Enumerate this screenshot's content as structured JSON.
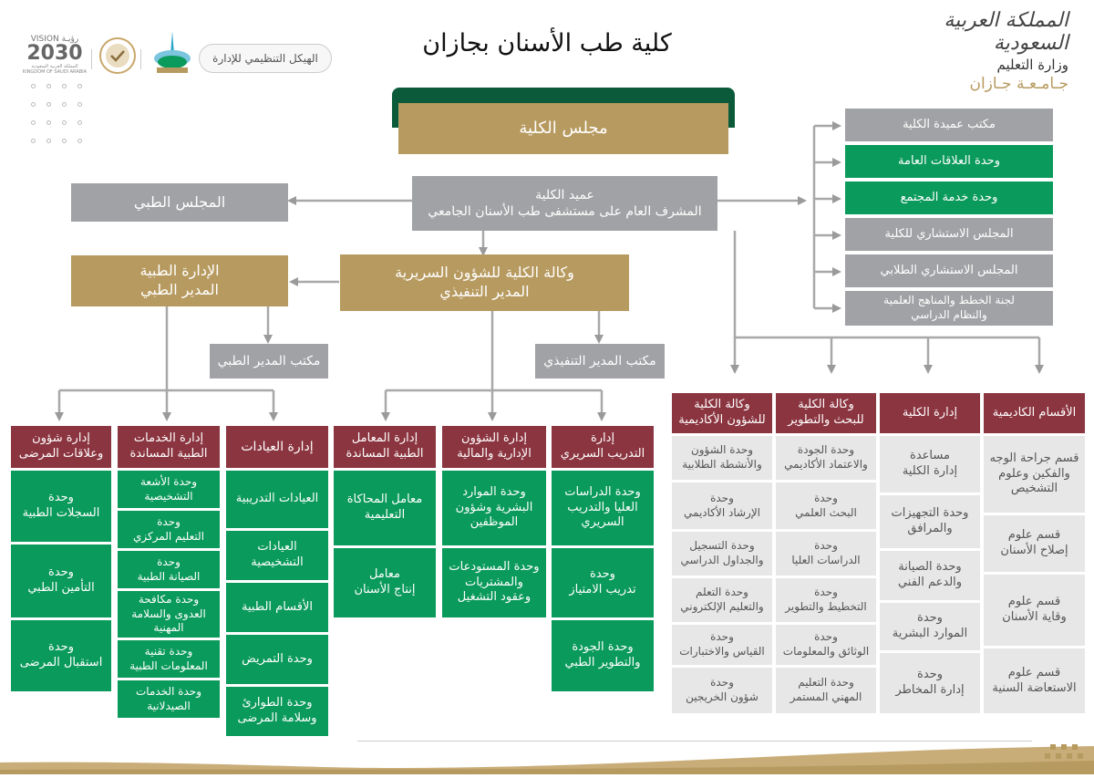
{
  "header": {
    "title": "كلية طب الأسنان بجازان",
    "ministry_calligraphy": "المملكة العربية السعودية",
    "ministry": "وزارة التعليم",
    "university": "جـامـعـة جـازان",
    "badge_label": "الهيكل التنظيمي للإدارة",
    "vision_word": "VISION رؤيـة",
    "vision_year": "2030",
    "vision_sub": "المملكة العربية السعودية\nKINGDOM OF SAUDI ARABIA"
  },
  "top": {
    "council": "مجلس الكلية",
    "dean": "عميد الكلية\nالمشرف العام على مستشفى طب الأسنان الجامعي",
    "medical_council": "المجلس الطبي",
    "vice_dean": "وكالة الكلية للشؤون السريرية\nالمدير التنفيذي",
    "medical_admin": "الإدارة الطبية\nالمدير الطبي",
    "medical_director_office": "مكتب المدير الطبي",
    "executive_office": "مكتب المدير التنفيذي"
  },
  "dean_units": [
    {
      "label": "مكتب عميدة الكلية",
      "style": "gray"
    },
    {
      "label": "وحدة العلاقات العامة",
      "style": "green"
    },
    {
      "label": "وحدة خدمة المجتمع",
      "style": "green"
    },
    {
      "label": "المجلس الاستشاري للكلية",
      "style": "gray"
    },
    {
      "label": "المجلس الاستشاري الطلابي",
      "style": "gray"
    },
    {
      "label": "لجنة الخطط والمناهج العلمية\nوالنظام الدراسي",
      "style": "gray"
    }
  ],
  "clinical_columns": [
    {
      "header": "إدارة شؤون\nوعلاقات المرضى",
      "items": [
        "وحدة\nالسجلات الطبية",
        "وحدة\nالتأمين الطبي",
        "وحدة\nاستقبال المرضى"
      ]
    },
    {
      "header": "إدارة الخدمات\nالطبية المساندة",
      "items": [
        "وحدة الأشعة\nالتشخيصية",
        "وحدة\nالتعليم المركزي",
        "وحدة\nالصيانة الطبية",
        "وحدة مكافحة\nالعدوى والسلامة\nالمهنية",
        "وحدة  تقنية\nالمعلومات الطبية",
        "وحدة الخدمات\nالصيدلانية"
      ]
    },
    {
      "header": "إدارة العيادات",
      "items": [
        "العيادات التدريبية",
        "العيادات\nالتشخيصية",
        "الأقسام الطبية",
        "وحدة التمريض",
        "وحدة الطوارئ\nوسلامة المرضى"
      ]
    },
    {
      "header": "إدارة المعامل\nالطبية المساندة",
      "items": [
        "معامل المحاكاة\nالتعليمية",
        "معامل\nإنتاج الأسنان"
      ]
    },
    {
      "header": "إدارة الشؤون\nالإدارية والمالية",
      "items": [
        "وحدة الموارد\nالبشرية وشؤون\nالموظفين",
        "وحدة المستودعات\nوالمشتريات\nوعقود التشغيل"
      ]
    },
    {
      "header": "إدارة\nالتدريب السريري",
      "items": [
        "وحدة الدراسات\nالعليا والتدريب\nالسريري",
        "وحدة\nتدريب الامتياز",
        "وحدة الجودة\nوالتطوير الطبي"
      ]
    }
  ],
  "academic_columns": [
    {
      "header": "وكالة الكلية\nللشؤون الأكاديمية",
      "items": [
        "وحدة الشؤون\nوالأنشطة الطلابية",
        "وحدة\nالإرشاد الأكاديمي",
        "وحدة التسجيل\nوالجداول الدراسي",
        "وحدة التعلم\nوالتعليم الإلكتروني",
        "وحدة\nالقياس والاختبارات",
        "وحدة\nشؤون الخريجين"
      ]
    },
    {
      "header": "وكالة الكلية\nللبحث والتطوير",
      "items": [
        "وحدة الجودة\nوالاعتماد الأكاديمي",
        "وحدة\nالبحث العلمي",
        "وحدة\nالدراسات العليا",
        "وحدة\nالتخطيط والتطوير",
        "وحدة\nالوثائق والمعلومات",
        "وحدة التعليم\nالمهني المستمر"
      ]
    },
    {
      "header": "إدارة الكلية",
      "items": [
        "مساعدة\nإدارة الكلية",
        "وحدة التجهيزات\nوالمرافق",
        "وحدة الصيانة\nوالدعم الفني",
        "وحدة\nالموارد البشرية",
        "وحدة\nإدارة المخاطر"
      ]
    },
    {
      "header": "الأقسام الكاديمية",
      "items": [
        "قسم جراحة الوجه\nوالفكين وعلوم\nالتشخيص",
        "قسم علوم\nإصلاح الأسنان",
        "قسم علوم\nوقاية الأسنان",
        "قسم علوم\nالاستعاضة السنية"
      ]
    }
  ],
  "colors": {
    "gold": "#b79a5f",
    "gray": "#a1a2a5",
    "green": "#0a9a5b",
    "maroon": "#8b3540",
    "light_gray": "#e7e7e8",
    "dark_green": "#0b5a3a"
  }
}
